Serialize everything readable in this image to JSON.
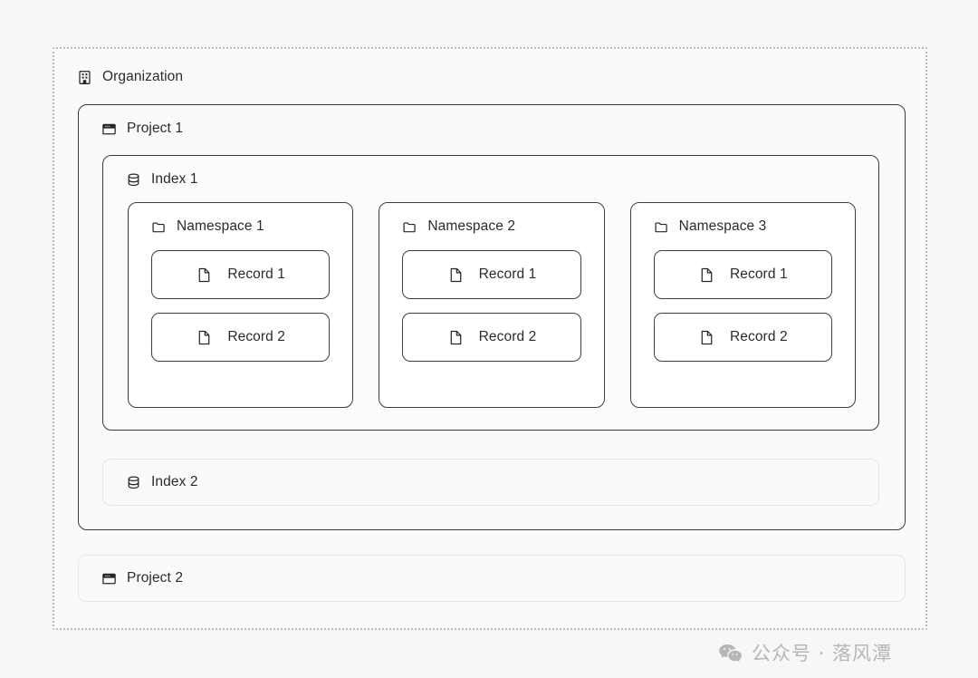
{
  "organization": {
    "label": "Organization",
    "icon": "building-icon",
    "projects": [
      {
        "label": "Project 1",
        "icon": "browser-window-icon",
        "indexes": [
          {
            "label": "Index 1",
            "icon": "database-icon",
            "namespaces": [
              {
                "label": "Namespace 1",
                "icon": "folder-icon",
                "records": [
                  {
                    "label": "Record 1",
                    "icon": "document-icon"
                  },
                  {
                    "label": "Record 2",
                    "icon": "document-icon"
                  }
                ]
              },
              {
                "label": "Namespace 2",
                "icon": "folder-icon",
                "records": [
                  {
                    "label": "Record 1",
                    "icon": "document-icon"
                  },
                  {
                    "label": "Record 2",
                    "icon": "document-icon"
                  }
                ]
              },
              {
                "label": "Namespace 3",
                "icon": "folder-icon",
                "records": [
                  {
                    "label": "Record 1",
                    "icon": "document-icon"
                  },
                  {
                    "label": "Record 2",
                    "icon": "document-icon"
                  }
                ]
              }
            ]
          },
          {
            "label": "Index 2",
            "icon": "database-icon",
            "namespaces": []
          }
        ]
      },
      {
        "label": "Project 2",
        "icon": "browser-window-icon",
        "indexes": []
      }
    ]
  },
  "watermark": {
    "text": "公众号 · 落风潭",
    "icon": "wechat-icon"
  },
  "colors": {
    "page_background": "#f7f7f7",
    "panel_background": "#fafafa",
    "card_background": "#ffffff",
    "strong_border": "#3c3c3c",
    "soft_border": "#e6e6e6",
    "dotted_border": "#b9b9b9",
    "text": "#2b2b2b",
    "watermark_text": "#b6b6b6"
  }
}
